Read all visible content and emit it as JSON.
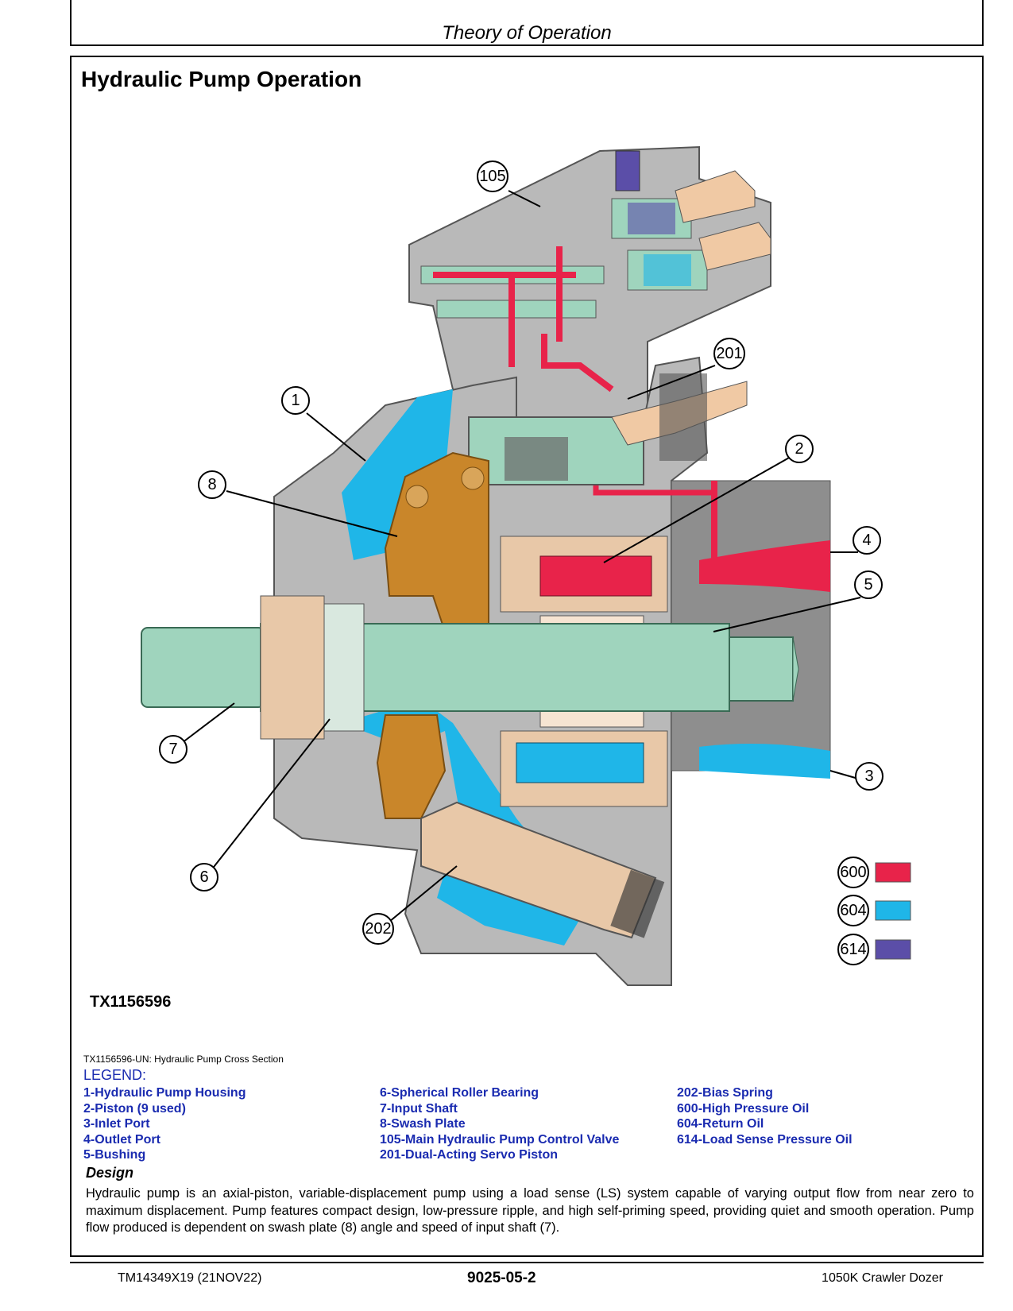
{
  "header": {
    "section": "Theory of Operation"
  },
  "page": {
    "title": "Hydraulic Pump Operation"
  },
  "figure": {
    "id": "TX1156596",
    "caption": "TX1156596-UN: Hydraulic Pump Cross Section",
    "callouts": [
      "105",
      "201",
      "1",
      "8",
      "2",
      "4",
      "5",
      "7",
      "6",
      "3",
      "202"
    ],
    "key": [
      {
        "label": "600",
        "color": "#e8234a"
      },
      {
        "label": "604",
        "color": "#1fb6e8"
      },
      {
        "label": "614",
        "color": "#5b4ea8"
      }
    ],
    "colors": {
      "housing": "#b9b9b9",
      "housing_dark": "#8e8e8e",
      "shaft": "#9fd4bd",
      "swash": "#c9862a",
      "bushing": "#e8c8a8",
      "high_pressure": "#e8234a",
      "return_oil": "#1fb6e8",
      "load_sense": "#5b4ea8"
    }
  },
  "legend": {
    "title": "LEGEND:",
    "col1": [
      "1-Hydraulic Pump Housing",
      "2-Piston (9 used)",
      "3-Inlet Port",
      "4-Outlet Port",
      "5-Bushing"
    ],
    "col2": [
      "6-Spherical Roller Bearing",
      "7-Input Shaft",
      "8-Swash Plate",
      "105-Main Hydraulic Pump Control Valve",
      "201-Dual-Acting Servo Piston"
    ],
    "col3": [
      "202-Bias Spring",
      "600-High Pressure Oil",
      "604-Return Oil",
      "614-Load Sense Pressure Oil"
    ]
  },
  "design": {
    "heading": "Design",
    "body": "Hydraulic pump is an axial-piston, variable-displacement pump using a load sense (LS) system capable of varying output flow from near zero to maximum displacement. Pump features compact design, low-pressure ripple, and high self-priming speed, providing quiet and smooth operation. Pump flow produced is dependent on swash plate (8) angle and speed of input shaft (7)."
  },
  "footer": {
    "left": "TM14349X19 (21NOV22)",
    "center": "9025-05-2",
    "right": "1050K Crawler Dozer"
  }
}
